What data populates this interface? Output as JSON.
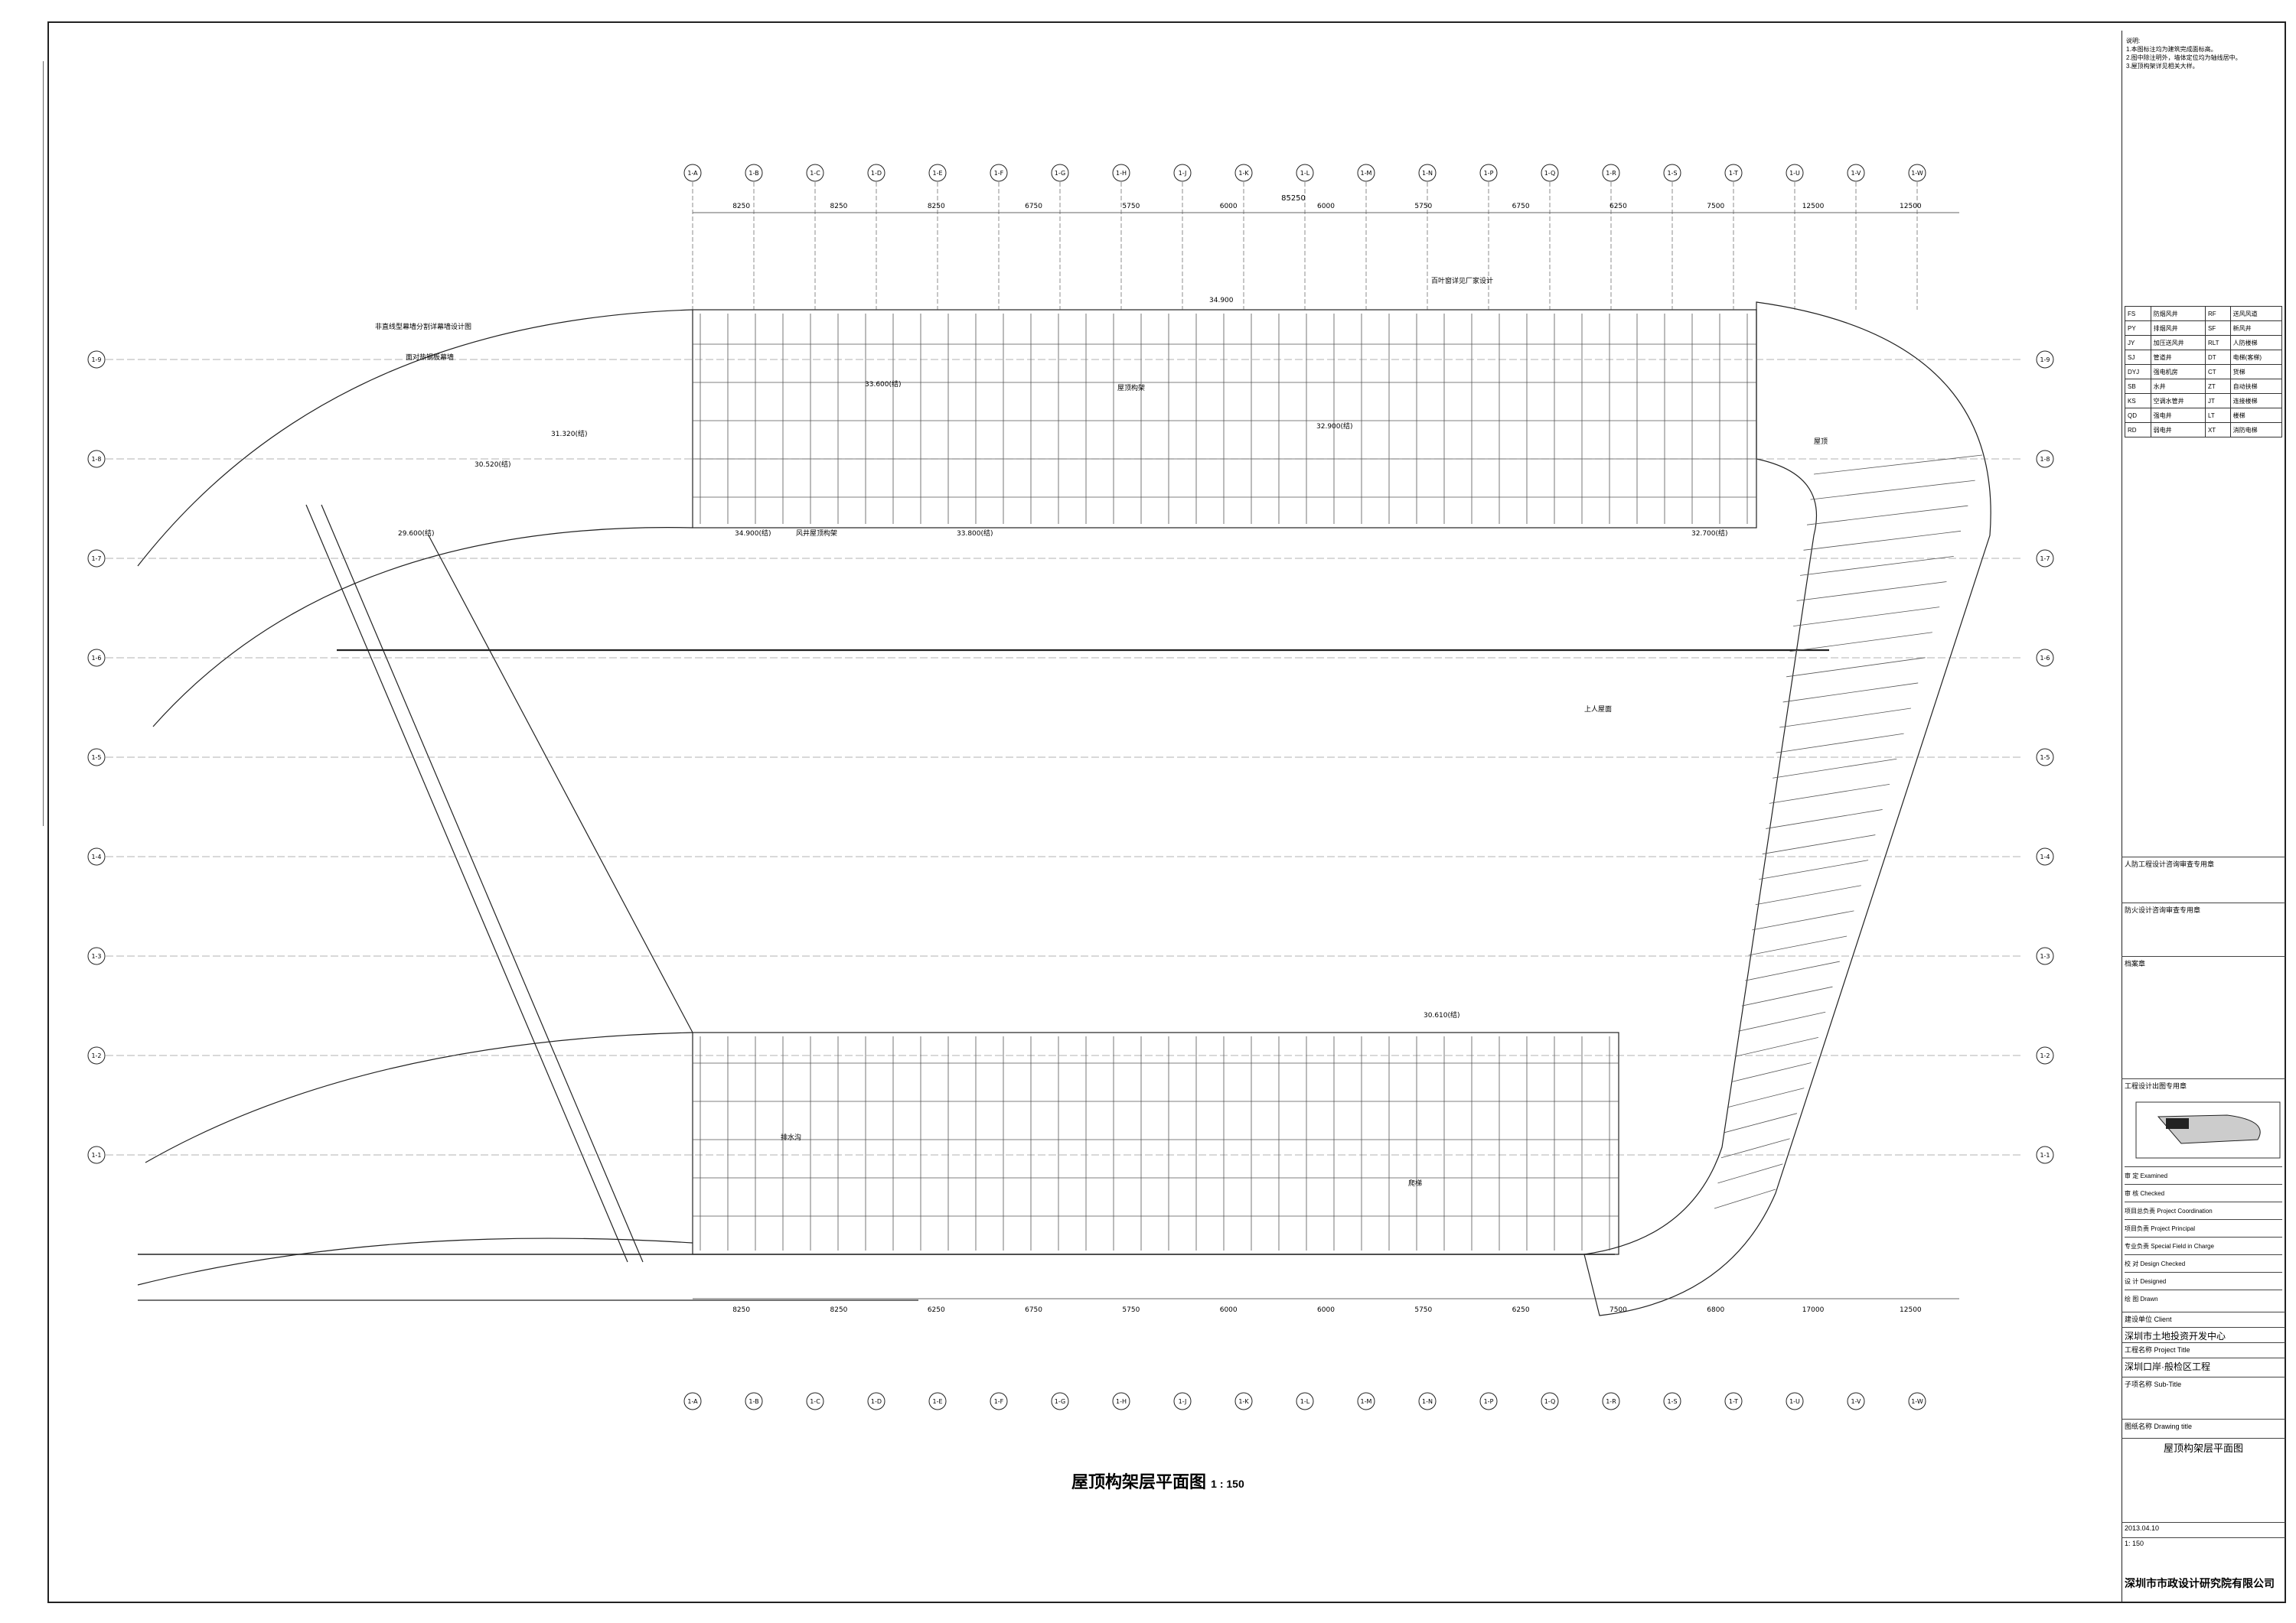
{
  "drawing": {
    "title": "屋顶构架层平面图",
    "scale": "1 : 150"
  },
  "title_block": {
    "client_label": "建设单位 Client",
    "client": "深圳市土地投资开发中心",
    "project_label": "工程名称 Project Title",
    "project": "深圳口岸·般检区工程",
    "subtitle_label": "子项名称 Sub-Title",
    "drawing_name_label": "图纸名称 Drawing title",
    "drawing_name": "屋顶构架层平面图",
    "date": "2013.04.10",
    "scale_value": "1: 150",
    "company": "深圳市市政设计研究院有限公司",
    "approvals": [
      {
        "label": "审 定 Examined",
        "name": ""
      },
      {
        "label": "审 核 Checked",
        "name": ""
      },
      {
        "label": "项目总负责 Project Coordination",
        "name": ""
      },
      {
        "label": "项目负责 Project Principal",
        "name": ""
      },
      {
        "label": "专业负责 Special Field in Charge",
        "name": ""
      },
      {
        "label": "校 对 Design Checked",
        "name": ""
      },
      {
        "label": "设 计 Designed",
        "name": ""
      },
      {
        "label": "绘 图 Drawn",
        "name": ""
      }
    ],
    "stamp_rows": [
      "人防工程设计咨询审查专用章",
      "防火设计咨询审查专用章",
      "档案章",
      "工程设计出图专用章"
    ]
  },
  "notes": {
    "heading": "说明:",
    "lines": [
      "1.本图标注均为建筑完成面标高。",
      "2.图中除注明外，墙体定位均为轴线居中。",
      "3.屋顶构架详见相关大样。"
    ]
  },
  "legend": {
    "rows": [
      [
        "FS",
        "防烟风井",
        "RF",
        "送风风道"
      ],
      [
        "PY",
        "排烟风井",
        "SF",
        "新风井"
      ],
      [
        "JY",
        "加压送风井",
        "RLT",
        "人防楼梯"
      ],
      [
        "SJ",
        "管道井",
        "DT",
        "电梯(客梯)"
      ],
      [
        "DYJ",
        "强电机房",
        "CT",
        "货梯"
      ],
      [
        "SB",
        "水井",
        "ZT",
        "自动扶梯"
      ],
      [
        "KS",
        "空调水管井",
        "JT",
        "连接楼梯"
      ],
      [
        "QD",
        "强电井",
        "LT",
        "楼梯"
      ],
      [
        "RD",
        "弱电井",
        "XT",
        "消防电梯"
      ]
    ]
  },
  "grid": {
    "top_axes": [
      "1-A",
      "1-B",
      "1-C",
      "1-D",
      "1-E",
      "1-F",
      "1-G",
      "1-H",
      "1-J",
      "1-K",
      "1-L",
      "1-M",
      "1-N",
      "1-P",
      "1-Q",
      "1-R",
      "1-S",
      "1-T",
      "1-U",
      "1-V",
      "1-W"
    ],
    "side_axes": [
      "1-9",
      "1-8",
      "1-7",
      "1-6",
      "1-5",
      "1-4",
      "1-3",
      "1-2",
      "1-1"
    ],
    "top_dims": [
      "8250",
      "8250",
      "8250",
      "6750",
      "5750",
      "6000",
      "6000",
      "5750",
      "6750",
      "6250",
      "7500",
      "12500",
      "12500"
    ],
    "bottom_dims": [
      "8250",
      "8250",
      "6250",
      "6750",
      "5750",
      "6000",
      "6000",
      "5750",
      "6250",
      "7500",
      "6800",
      "17000",
      "12500"
    ],
    "overall_dim": "85250"
  },
  "annotations": {
    "levels": [
      "34.900",
      "33.600(结)",
      "32.900(结)",
      "31.320(结)",
      "30.520(结)",
      "29.600(结)",
      "34.900(结)",
      "33.800(结)",
      "32.700(结)",
      "30.610(结)"
    ],
    "labels": [
      "屋顶构架",
      "风井屋顶构架",
      "非直线型幕墙分割详幕墙设计图",
      "面对热钢板幕墙",
      "百叶窗详见厂家设计",
      "屋顶",
      "上人屋面",
      "排水沟",
      "爬梯"
    ]
  }
}
